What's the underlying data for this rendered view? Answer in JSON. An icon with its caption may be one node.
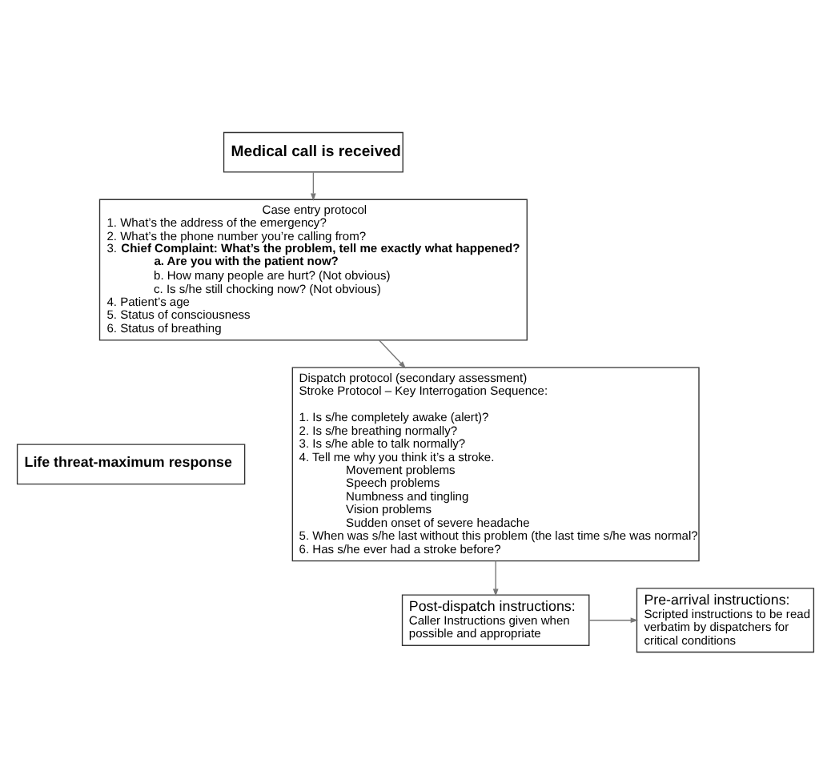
{
  "diagram": {
    "nodes": [
      {
        "text": [
          "Medical call is received"
        ]
      },
      {
        "text": [
          "Case entry protocol",
          "1. What’s the address of the emergency?",
          "2. What’s the phone number you’re calling from?",
          "3. **Chief Complaint: What’s the problem, tell me exactly what happened?**",
          "**a. Are you with the patient now?**",
          "b. How many people are hurt? (Not obvious)",
          "c. Is s/he still chocking now? (Not obvious)",
          "4. Patient’s age",
          "5. Status of consciousness",
          "6. Status of breathing"
        ]
      },
      {
        "text": [
          "Life threat-maximum response"
        ]
      },
      {
        "text": [
          "Dispatch protocol (secondary assessment)",
          "Stroke Protocol – Key Interrogation Sequence:",
          "1. Is s/he completely awake (alert)?",
          "2. Is s/he breathing normally?",
          "3. Is s/he able to talk normally?",
          "4. Tell me why you think it’s a stroke.",
          "Movement problems",
          "Speech problems",
          "Numbness and tingling",
          "Vision problems",
          "Sudden onset of severe headache",
          "5. When was s/he last without this problem (the last time s/he was normal?",
          "6. Has s/he ever had a stroke before?"
        ]
      },
      {
        "text": [
          "Post-dispatch instructions:",
          "Caller Instructions given when possible and appropriate"
        ]
      },
      {
        "text": [
          "Pre-arrival instructions:",
          "Scripted instructions to be read verbatim by dispatchers for critical conditions"
        ]
      }
    ],
    "edges": [
      {
        "from": 0,
        "to": 1,
        "arrow": "to"
      },
      {
        "from": 1,
        "to": 3,
        "arrow": "to"
      },
      {
        "from": 3,
        "to": 4,
        "arrow": "to"
      },
      {
        "from": 4,
        "to": 5,
        "arrow": "to"
      }
    ]
  }
}
